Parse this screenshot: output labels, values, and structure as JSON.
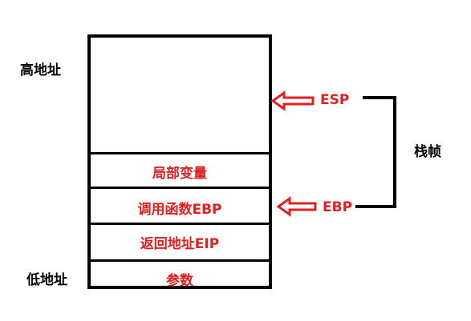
{
  "labels": {
    "high_address": "高地址",
    "low_address": "低地址",
    "stack_frame": "栈帧"
  },
  "stack_cells": {
    "local_vars": "局部变量",
    "saved_ebp": "调用函数EBP",
    "return_eip": "返回地址EIP",
    "args": "参数"
  },
  "registers": {
    "esp": "ESP",
    "ebp": "EBP"
  },
  "colors": {
    "accent": "#e02020",
    "line": "#000000"
  }
}
